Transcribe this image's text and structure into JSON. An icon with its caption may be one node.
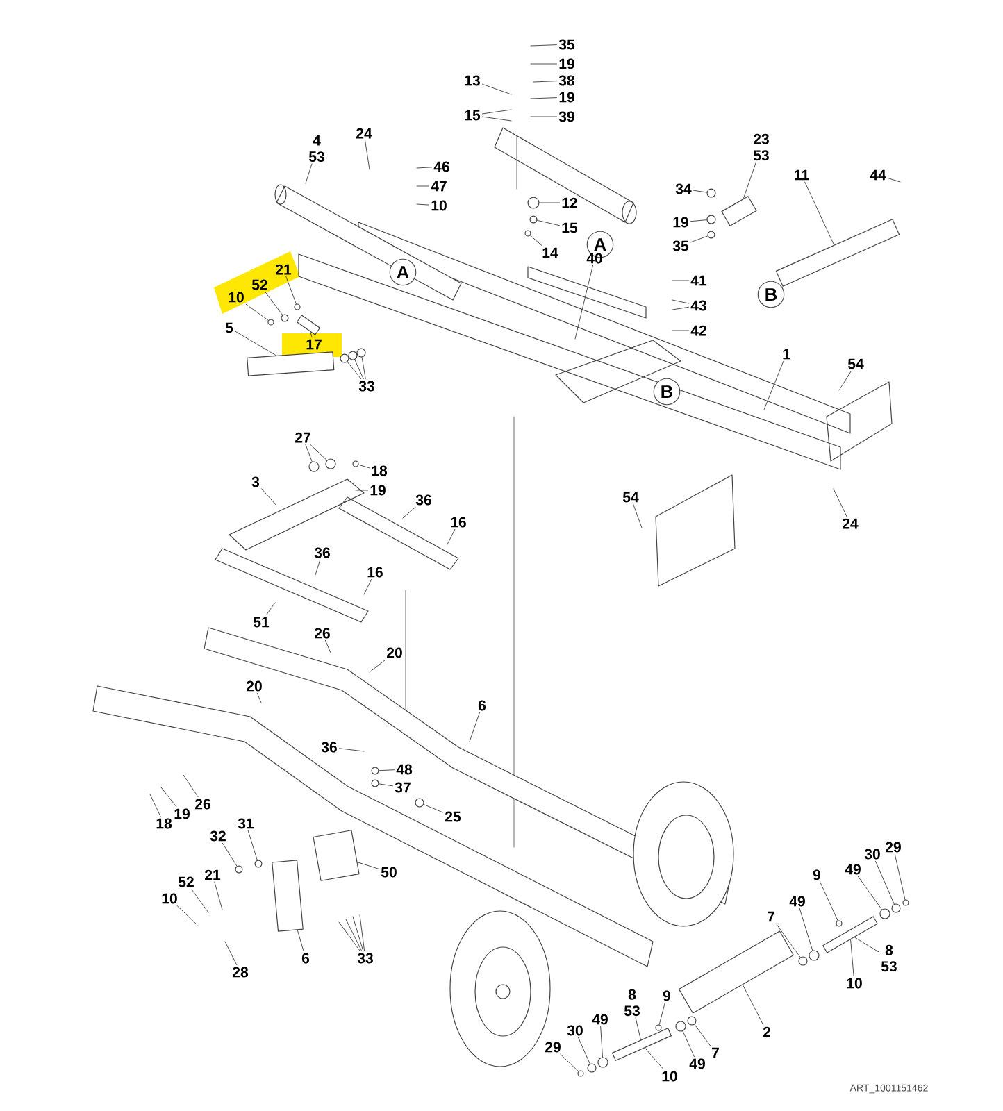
{
  "diagram": {
    "nodes": [
      {
        "text": [
          "35"
        ]
      },
      {
        "text": [
          "19"
        ]
      },
      {
        "text": [
          "38"
        ]
      },
      {
        "text": [
          "13"
        ]
      },
      {
        "text": [
          "19"
        ]
      },
      {
        "text": [
          "15"
        ]
      },
      {
        "text": [
          "39"
        ]
      },
      {
        "text": [
          "4",
          "53"
        ]
      },
      {
        "text": [
          "24"
        ]
      },
      {
        "text": [
          "46"
        ]
      },
      {
        "text": [
          "47"
        ]
      },
      {
        "text": [
          "10"
        ]
      },
      {
        "text": [
          "12"
        ]
      },
      {
        "text": [
          "15"
        ]
      },
      {
        "text": [
          "14"
        ]
      },
      {
        "text": [
          "A"
        ]
      },
      {
        "text": [
          "23",
          "53"
        ]
      },
      {
        "text": [
          "11"
        ]
      },
      {
        "text": [
          "44"
        ]
      },
      {
        "text": [
          "34"
        ]
      },
      {
        "text": [
          "19"
        ]
      },
      {
        "text": [
          "35"
        ]
      },
      {
        "text": [
          "B"
        ]
      },
      {
        "text": [
          "41"
        ]
      },
      {
        "text": [
          "43"
        ]
      },
      {
        "text": [
          "42"
        ]
      },
      {
        "text": [
          "40"
        ]
      },
      {
        "text": [
          "A"
        ]
      },
      {
        "text": [
          "21"
        ]
      },
      {
        "text": [
          "52"
        ]
      },
      {
        "text": [
          "10"
        ]
      },
      {
        "text": [
          "17"
        ]
      },
      {
        "text": [
          "5"
        ]
      },
      {
        "text": [
          "33"
        ]
      },
      {
        "text": [
          "1"
        ]
      },
      {
        "text": [
          "B"
        ]
      },
      {
        "text": [
          "54"
        ]
      },
      {
        "text": [
          "54"
        ]
      },
      {
        "text": [
          "24"
        ]
      },
      {
        "text": [
          "27"
        ]
      },
      {
        "text": [
          "18"
        ]
      },
      {
        "text": [
          "19"
        ]
      },
      {
        "text": [
          "3"
        ]
      },
      {
        "text": [
          "36"
        ]
      },
      {
        "text": [
          "16"
        ]
      },
      {
        "text": [
          "36"
        ]
      },
      {
        "text": [
          "16"
        ]
      },
      {
        "text": [
          "51"
        ]
      },
      {
        "text": [
          "26"
        ]
      },
      {
        "text": [
          "20"
        ]
      },
      {
        "text": [
          "20"
        ]
      },
      {
        "text": [
          "6"
        ]
      },
      {
        "text": [
          "36"
        ]
      },
      {
        "text": [
          "48"
        ]
      },
      {
        "text": [
          "37"
        ]
      },
      {
        "text": [
          "25"
        ]
      },
      {
        "text": [
          "18"
        ]
      },
      {
        "text": [
          "19"
        ]
      },
      {
        "text": [
          "26"
        ]
      },
      {
        "text": [
          "32"
        ]
      },
      {
        "text": [
          "31"
        ]
      },
      {
        "text": [
          "50"
        ]
      },
      {
        "text": [
          "52"
        ]
      },
      {
        "text": [
          "21"
        ]
      },
      {
        "text": [
          "10"
        ]
      },
      {
        "text": [
          "28"
        ]
      },
      {
        "text": [
          "6"
        ]
      },
      {
        "text": [
          "33"
        ]
      },
      {
        "text": [
          "9"
        ]
      },
      {
        "text": [
          "49"
        ]
      },
      {
        "text": [
          "30"
        ]
      },
      {
        "text": [
          "29"
        ]
      },
      {
        "text": [
          "49"
        ]
      },
      {
        "text": [
          "7"
        ]
      },
      {
        "text": [
          "8",
          "53"
        ]
      },
      {
        "text": [
          "10"
        ]
      },
      {
        "text": [
          "2"
        ]
      },
      {
        "text": [
          "8",
          "53"
        ]
      },
      {
        "text": [
          "9"
        ]
      },
      {
        "text": [
          "49"
        ]
      },
      {
        "text": [
          "30"
        ]
      },
      {
        "text": [
          "49"
        ]
      },
      {
        "text": [
          "7"
        ]
      },
      {
        "text": [
          "10"
        ]
      },
      {
        "text": [
          "29"
        ]
      },
      {
        "text": [],
        "shape": "box"
      },
      {
        "text": [],
        "shape": "circle"
      },
      {
        "text": [],
        "shape": "circle"
      },
      {
        "text": [],
        "shape": "circle"
      },
      {
        "text": [],
        "shape": "box"
      },
      {
        "text": [],
        "shape": "circle"
      },
      {
        "text": [],
        "shape": "circle"
      },
      {
        "text": [],
        "shape": "circle"
      },
      {
        "text": [],
        "shape": "circle"
      },
      {
        "text": [],
        "shape": "circle"
      },
      {
        "text": [],
        "shape": "circle"
      },
      {
        "text": [],
        "shape": "box"
      },
      {
        "text": [],
        "shape": "cylinder"
      },
      {
        "text": [],
        "shape": "circle"
      },
      {
        "text": [],
        "shape": "circle"
      },
      {
        "text": [],
        "shape": "circle"
      },
      {
        "text": [],
        "shape": "circle"
      },
      {
        "text": [],
        "shape": "circle"
      },
      {
        "text": [],
        "shape": "circle"
      },
      {
        "text": [],
        "shape": "circle"
      },
      {
        "text": [],
        "shape": "circle"
      },
      {
        "text": [],
        "shape": "circle"
      },
      {
        "text": [],
        "shape": "circle"
      },
      {
        "text": [],
        "shape": "box"
      },
      {
        "text": [],
        "shape": "circle"
      },
      {
        "text": [],
        "shape": "circle"
      },
      {
        "text": [],
        "shape": "circle"
      },
      {
        "text": [],
        "shape": "circle"
      },
      {
        "text": [],
        "shape": "circle"
      },
      {
        "text": [],
        "shape": "circle"
      },
      {
        "text": [],
        "shape": "box"
      },
      {
        "text": [],
        "shape": "box"
      },
      {
        "text": [],
        "shape": "box"
      },
      {
        "text": [],
        "shape": "circle"
      },
      {
        "text": [],
        "shape": "circle"
      },
      {
        "text": [],
        "shape": "circle"
      },
      {
        "text": [],
        "shape": "circle"
      },
      {
        "text": [],
        "shape": "circle"
      },
      {
        "text": [],
        "shape": "circle"
      },
      {
        "text": [],
        "shape": "circle"
      },
      {
        "text": [],
        "shape": "box"
      }
    ],
    "edges": [
      {
        "from": 0,
        "to": null,
        "arrow": "none"
      },
      {
        "from": 1,
        "to": null,
        "arrow": "none"
      },
      {
        "from": 2,
        "to": null,
        "arrow": "none"
      },
      {
        "from": 3,
        "to": null,
        "arrow": "none"
      },
      {
        "from": 4,
        "to": null,
        "arrow": "none"
      },
      {
        "from": 5,
        "to": null,
        "arrow": "none"
      },
      {
        "from": 5,
        "to": null,
        "arrow": "none"
      },
      {
        "from": 6,
        "to": null,
        "arrow": "none"
      },
      {
        "from": 7,
        "to": null,
        "arrow": "none"
      },
      {
        "from": 8,
        "to": null,
        "arrow": "none"
      },
      {
        "from": 9,
        "to": null,
        "arrow": "none"
      },
      {
        "from": 10,
        "to": null,
        "arrow": "none"
      },
      {
        "from": 11,
        "to": null,
        "arrow": "none"
      },
      {
        "from": 12,
        "to": 90,
        "arrow": "none"
      },
      {
        "from": 13,
        "to": 91,
        "arrow": "none"
      },
      {
        "from": 14,
        "to": 92,
        "arrow": "none"
      },
      {
        "from": 16,
        "to": 85,
        "arrow": "none"
      },
      {
        "from": 17,
        "to": 89,
        "arrow": "none"
      },
      {
        "from": 18,
        "to": null,
        "arrow": "none"
      },
      {
        "from": 19,
        "to": 86,
        "arrow": "none"
      },
      {
        "from": 20,
        "to": 87,
        "arrow": "none"
      },
      {
        "from": 21,
        "to": 88,
        "arrow": "none"
      },
      {
        "from": 23,
        "to": null,
        "arrow": "none"
      },
      {
        "from": 24,
        "to": null,
        "arrow": "none"
      },
      {
        "from": 24,
        "to": null,
        "arrow": "none"
      },
      {
        "from": 25,
        "to": null,
        "arrow": "none"
      },
      {
        "from": 26,
        "to": null,
        "arrow": "none"
      },
      {
        "from": 28,
        "to": 93,
        "arrow": "none"
      },
      {
        "from": 29,
        "to": 94,
        "arrow": "none"
      },
      {
        "from": 30,
        "to": 95,
        "arrow": "none"
      },
      {
        "from": 31,
        "to": 96,
        "arrow": "none"
      },
      {
        "from": 32,
        "to": 97,
        "arrow": "none"
      },
      {
        "from": 33,
        "to": 98,
        "arrow": "none"
      },
      {
        "from": 33,
        "to": 99,
        "arrow": "none"
      },
      {
        "from": 33,
        "to": 100,
        "arrow": "none"
      },
      {
        "from": 34,
        "to": null,
        "arrow": "none"
      },
      {
        "from": 36,
        "to": null,
        "arrow": "none"
      },
      {
        "from": 37,
        "to": null,
        "arrow": "none"
      },
      {
        "from": 38,
        "to": null,
        "arrow": "none"
      },
      {
        "from": 39,
        "to": 101,
        "arrow": "none"
      },
      {
        "from": 39,
        "to": 102,
        "arrow": "none"
      },
      {
        "from": 40,
        "to": 124,
        "arrow": "none"
      },
      {
        "from": 41,
        "to": null,
        "arrow": "none"
      },
      {
        "from": 42,
        "to": null,
        "arrow": "none"
      },
      {
        "from": 43,
        "to": null,
        "arrow": "none"
      },
      {
        "from": 44,
        "to": null,
        "arrow": "none"
      },
      {
        "from": 45,
        "to": null,
        "arrow": "none"
      },
      {
        "from": 46,
        "to": null,
        "arrow": "none"
      },
      {
        "from": 47,
        "to": null,
        "arrow": "none"
      },
      {
        "from": 48,
        "to": null,
        "arrow": "none"
      },
      {
        "from": 49,
        "to": null,
        "arrow": "none"
      },
      {
        "from": 50,
        "to": null,
        "arrow": "none"
      },
      {
        "from": 51,
        "to": null,
        "arrow": "none"
      },
      {
        "from": 52,
        "to": null,
        "arrow": "none"
      },
      {
        "from": 53,
        "to": 103,
        "arrow": "none"
      },
      {
        "from": 54,
        "to": 104,
        "arrow": "none"
      },
      {
        "from": 55,
        "to": 105,
        "arrow": "none"
      },
      {
        "from": 56,
        "to": null,
        "arrow": "none"
      },
      {
        "from": 57,
        "to": null,
        "arrow": "none"
      },
      {
        "from": 58,
        "to": null,
        "arrow": "none"
      },
      {
        "from": 59,
        "to": 106,
        "arrow": "none"
      },
      {
        "from": 60,
        "to": 107,
        "arrow": "none"
      },
      {
        "from": 61,
        "to": 108,
        "arrow": "none"
      },
      {
        "from": 62,
        "to": null,
        "arrow": "none"
      },
      {
        "from": 63,
        "to": null,
        "arrow": "none"
      },
      {
        "from": 64,
        "to": null,
        "arrow": "none"
      },
      {
        "from": 65,
        "to": null,
        "arrow": "none"
      },
      {
        "from": 66,
        "to": 125,
        "arrow": "none"
      },
      {
        "from": 67,
        "to": null,
        "arrow": "none"
      },
      {
        "from": 67,
        "to": null,
        "arrow": "none"
      },
      {
        "from": 67,
        "to": null,
        "arrow": "none"
      },
      {
        "from": 67,
        "to": null,
        "arrow": "none"
      },
      {
        "from": 68,
        "to": 109,
        "arrow": "none"
      },
      {
        "from": 69,
        "to": 110,
        "arrow": "none"
      },
      {
        "from": 70,
        "to": 111,
        "arrow": "none"
      },
      {
        "from": 71,
        "to": 112,
        "arrow": "none"
      },
      {
        "from": 72,
        "to": 113,
        "arrow": "none"
      },
      {
        "from": 73,
        "to": 114,
        "arrow": "none"
      },
      {
        "from": 74,
        "to": 115,
        "arrow": "none"
      },
      {
        "from": 75,
        "to": 115,
        "arrow": "none"
      },
      {
        "from": 76,
        "to": 116,
        "arrow": "none"
      },
      {
        "from": 77,
        "to": 117,
        "arrow": "none"
      },
      {
        "from": 78,
        "to": 118,
        "arrow": "none"
      },
      {
        "from": 79,
        "to": 119,
        "arrow": "none"
      },
      {
        "from": 80,
        "to": 120,
        "arrow": "none"
      },
      {
        "from": 81,
        "to": 121,
        "arrow": "none"
      },
      {
        "from": 82,
        "to": 122,
        "arrow": "none"
      },
      {
        "from": 83,
        "to": 117,
        "arrow": "none"
      },
      {
        "from": 84,
        "to": 123,
        "arrow": "none"
      }
    ],
    "labels": [
      "ART_1001151462"
    ]
  }
}
